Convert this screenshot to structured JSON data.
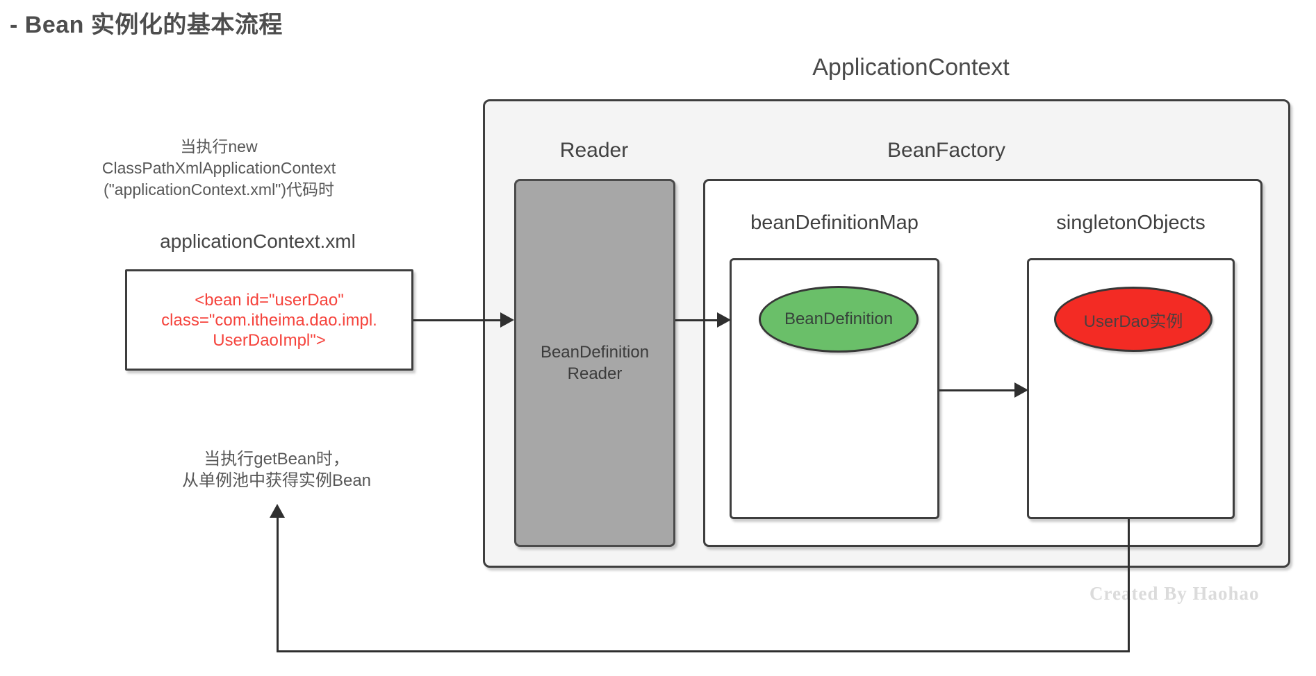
{
  "page": {
    "title": "- Bean 实例化的基本流程"
  },
  "diagram": {
    "application_context": {
      "label": "ApplicationContext"
    },
    "reader": {
      "section_label": "Reader",
      "box_line1": "BeanDefinition",
      "box_line2": "Reader"
    },
    "bean_factory": {
      "section_label": "BeanFactory"
    },
    "bean_definition_map": {
      "label": "beanDefinitionMap",
      "ellipse_label": "BeanDefinition"
    },
    "singleton_objects": {
      "label": "singletonObjects",
      "ellipse_label": "UserDao实例"
    },
    "new_context_note": {
      "line1": "当执行new",
      "line2": "ClassPathXmlApplicationContext",
      "line3": "(\"applicationContext.xml\")代码时"
    },
    "xml_file": {
      "label": "applicationContext.xml",
      "code_line1": "<bean id=\"userDao\"",
      "code_line2": "class=\"com.itheima.dao.impl.",
      "code_line3": "UserDaoImpl\">"
    },
    "get_bean_note": {
      "line1": "当执行getBean时，",
      "line2": "从单例池中获得实例Bean"
    },
    "watermark": "Created By Haohao"
  },
  "colors": {
    "green": "#6abf69",
    "red": "#f32b24",
    "redtext": "#f5433c",
    "line": "#2f2f2f",
    "panel_fill": "#f4f4f4",
    "reader_fill": "#a7a7a7"
  }
}
